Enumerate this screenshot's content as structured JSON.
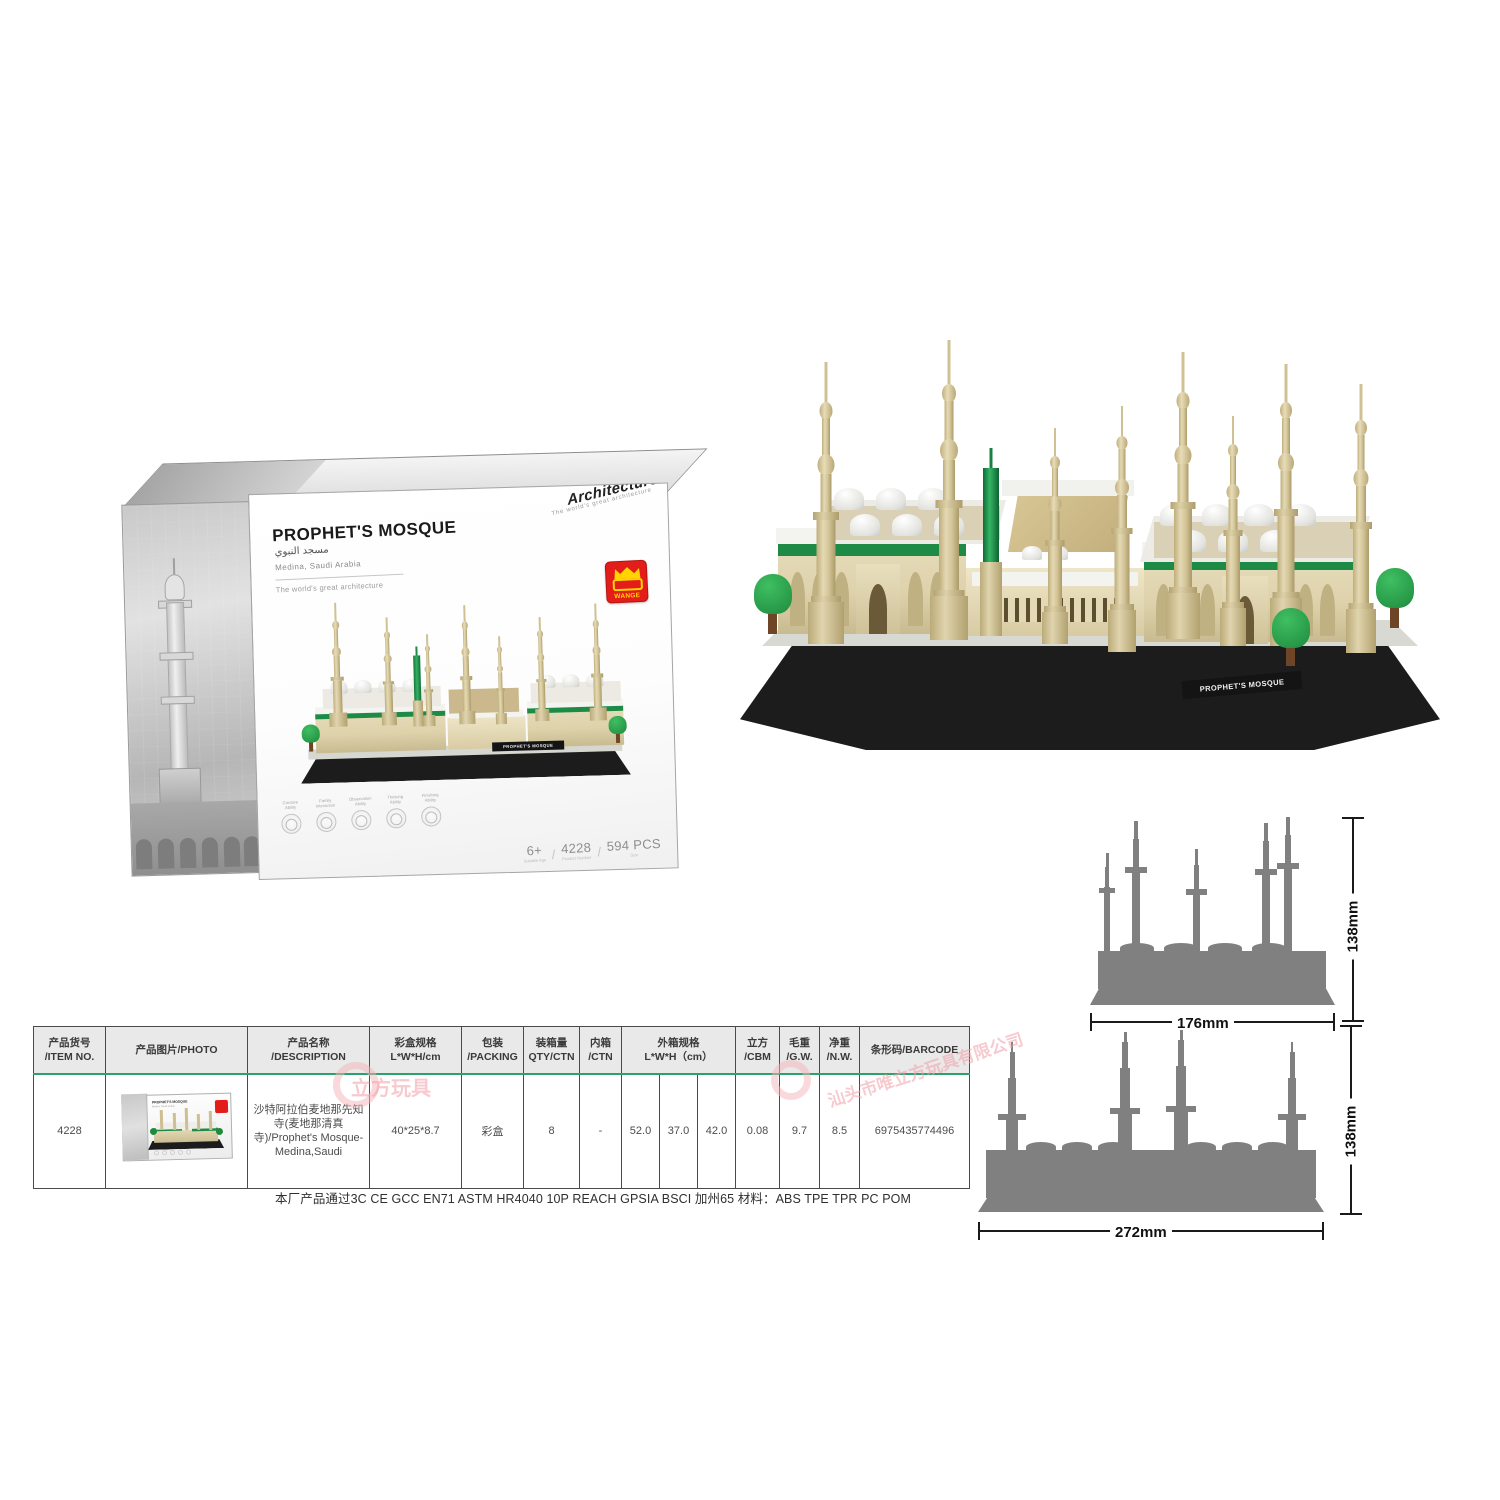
{
  "product_box": {
    "title": "PROPHET'S MOSQUE",
    "arabic_title": "مسجد النبوي",
    "location": "Medina, Saudi Arabia",
    "tagline": "The world's great architecture",
    "series_logo": "Architecture",
    "series_sub": "The world's great architecture",
    "brand": "WANGE",
    "age": "6+",
    "age_caption": "Suitable Age",
    "item_no": "4228",
    "item_caption": "Product Number",
    "pieces": "594 PCS",
    "pieces_caption": "Size",
    "abilities": [
      "Creative Ability",
      "Family Interaction",
      "Observation Ability",
      "Thinking Ability",
      "Finishing Ability"
    ]
  },
  "model": {
    "nameplate": "PROPHET'S MOSQUE"
  },
  "dimensions": {
    "side_view": {
      "width": "176mm",
      "height": "138mm"
    },
    "front_view": {
      "width": "272mm",
      "height": "138mm"
    }
  },
  "spec_table": {
    "headers": [
      {
        "cn": "产品货号",
        "en": "/ITEM NO."
      },
      {
        "cn": "产品图片/PHOTO",
        "en": ""
      },
      {
        "cn": "产品名称",
        "en": "/DESCRIPTION"
      },
      {
        "cn": "彩盒规格",
        "en": "L*W*H/cm"
      },
      {
        "cn": "包装",
        "en": "/PACKING"
      },
      {
        "cn": "装箱量",
        "en": "QTY/CTN"
      },
      {
        "cn": "内箱",
        "en": "/CTN"
      },
      {
        "cn": "外箱规格",
        "en": "L*W*H（cm）"
      },
      {
        "cn": "立方",
        "en": "/CBM"
      },
      {
        "cn": "毛重",
        "en": "/G.W."
      },
      {
        "cn": "净重",
        "en": "/N.W."
      },
      {
        "cn": "条形码/BARCODE",
        "en": ""
      }
    ],
    "row": {
      "item_no": "4228",
      "description": "沙特阿拉伯麦地那先知寺(麦地那清真寺)/Prophet's Mosque-Medina,Saudi",
      "color_box_size": "40*25*8.7",
      "packing": "彩盒",
      "qty_per_ctn": "8",
      "inner_ctn": "-",
      "outer_l": "52.0",
      "outer_w": "37.0",
      "outer_h": "42.0",
      "cbm": "0.08",
      "gross_weight": "9.7",
      "net_weight": "8.5",
      "barcode": "6975435774496"
    }
  },
  "footnote": "本厂产品通过3C  CE  GCC  EN71  ASTM  HR4040 10P  REACH  GPSIA  BSCI  加州65   材料：ABS TPE TPR PC POM",
  "colors": {
    "header_bg": "#e9e9e9",
    "header_accent": "#2aa36b",
    "brand_red": "#e31d1a",
    "brand_yellow": "#ffd400",
    "silhouette_gray": "#808080",
    "base_black": "#1c1c1c",
    "brick_tan": "#ddd0a8",
    "brick_green": "#1d8a46"
  }
}
